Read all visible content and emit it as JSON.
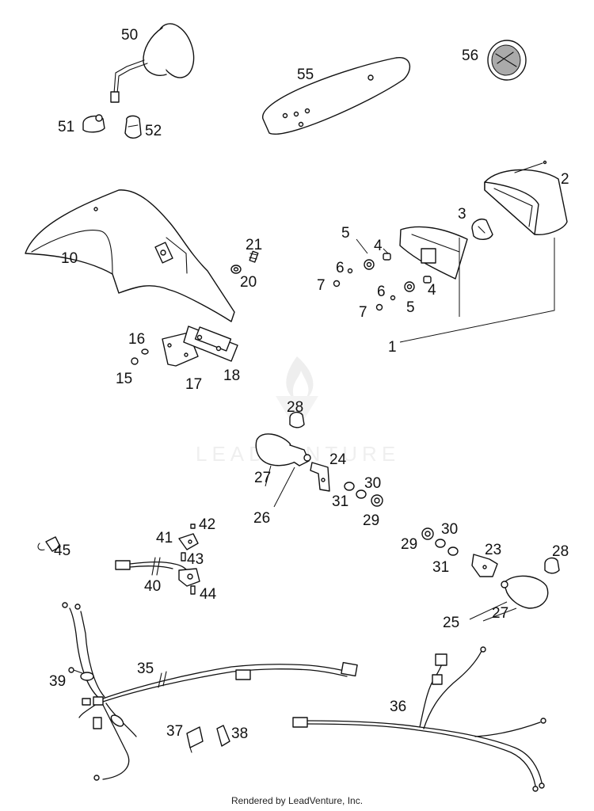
{
  "watermark": "LEADVENTURE",
  "footer": "Rendered by LeadVenture, Inc.",
  "callouts": {
    "c1": "1",
    "c2": "2",
    "c3": "3",
    "c4a": "4",
    "c4b": "4",
    "c5a": "5",
    "c5b": "5",
    "c6a": "6",
    "c6b": "6",
    "c7a": "7",
    "c7b": "7",
    "c10": "10",
    "c15": "15",
    "c16": "16",
    "c17": "17",
    "c18": "18",
    "c20": "20",
    "c21": "21",
    "c23": "23",
    "c24": "24",
    "c25": "25",
    "c26": "26",
    "c27a": "27",
    "c27b": "27",
    "c28a": "28",
    "c28b": "28",
    "c29a": "29",
    "c29b": "29",
    "c30a": "30",
    "c30b": "30",
    "c31a": "31",
    "c31b": "31",
    "c35": "35",
    "c36": "36",
    "c37": "37",
    "c38": "38",
    "c39": "39",
    "c40": "40",
    "c41": "41",
    "c42": "42",
    "c43": "43",
    "c44": "44",
    "c45": "45",
    "c50": "50",
    "c51": "51",
    "c52": "52",
    "c55": "55",
    "c56": "56"
  }
}
